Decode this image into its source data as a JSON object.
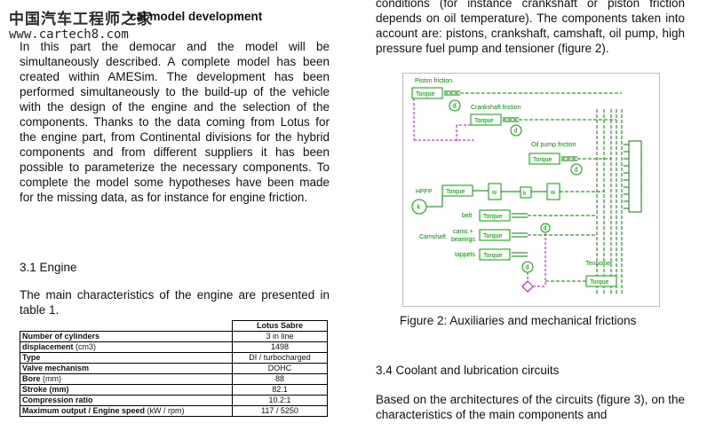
{
  "watermark": {
    "chinese": "中国汽车工程师之家",
    "url": "www.cartech8.com"
  },
  "section_title": "cal model development",
  "intro_paragraph": "In this part the democar and the model will be simultaneously described. A complete model has been created within AMESim. The development has been performed simultaneously to the build-up of the vehicle with the design of the engine and the selection of the components. Thanks to the data coming from Lotus for the engine part, from Continental divisions for the hybrid components and from different suppliers it has been possible to parameterize the necessary components. To complete the model some hypotheses have been made for the missing data, as for instance for engine friction.",
  "engine_heading": "3.1 Engine",
  "table_intro": "The main characteristics of the engine are presented in table 1.",
  "engine_table": {
    "header": "Lotus Sabre",
    "rows": [
      {
        "label": "Number of cylinders",
        "unit": "",
        "value": "3 in line"
      },
      {
        "label": "displacement",
        "unit": " (cm3)",
        "value": "1498"
      },
      {
        "label": "Type",
        "unit": "",
        "value": "DI / turbocharged"
      },
      {
        "label": "Valve mechanism",
        "unit": "",
        "value": "DOHC"
      },
      {
        "label": "Bore",
        "unit": " (mm)",
        "value": "88"
      },
      {
        "label": "Stroke (mm)",
        "unit": "",
        "value": "82.1"
      },
      {
        "label": "Compression ratio",
        "unit": "",
        "value": "10.2:1"
      },
      {
        "label": "Maximum output / Engine speed",
        "unit": " (kW / rpm)",
        "value": "117 / 5250"
      }
    ]
  },
  "right_top_paragraph": "conditions (for instance crankshaft or piston friction depends on oil temperature). The components taken into account are: pistons, crankshaft, camshaft, oil pump, high pressure fuel pump and tensioner (figure 2).",
  "figure": {
    "labels": {
      "piston": "Piston friction",
      "crank": "Crankshaft friction",
      "oilpump": "Oil pump friction",
      "hpfp": "HPFP",
      "belt": "belt",
      "cams": "cams +",
      "bearings": "bearings",
      "camshaft": "Camshaft",
      "tappets": "tappets",
      "tensioner": "Tensioner",
      "torque": "Torque",
      "d": "d",
      "k": "k",
      "w": "w"
    },
    "colors": {
      "block": "#00a000",
      "signal": "#d000d0",
      "mech": "#008000",
      "text": "#009000"
    }
  },
  "figure_caption": "Figure 2: Auxiliaries and mechanical frictions",
  "coolant_heading": "3.4 Coolant and lubrication circuits",
  "right_bottom_paragraph": "Based on the architectures of the circuits (figure 3), on the characteristics of the main components and"
}
